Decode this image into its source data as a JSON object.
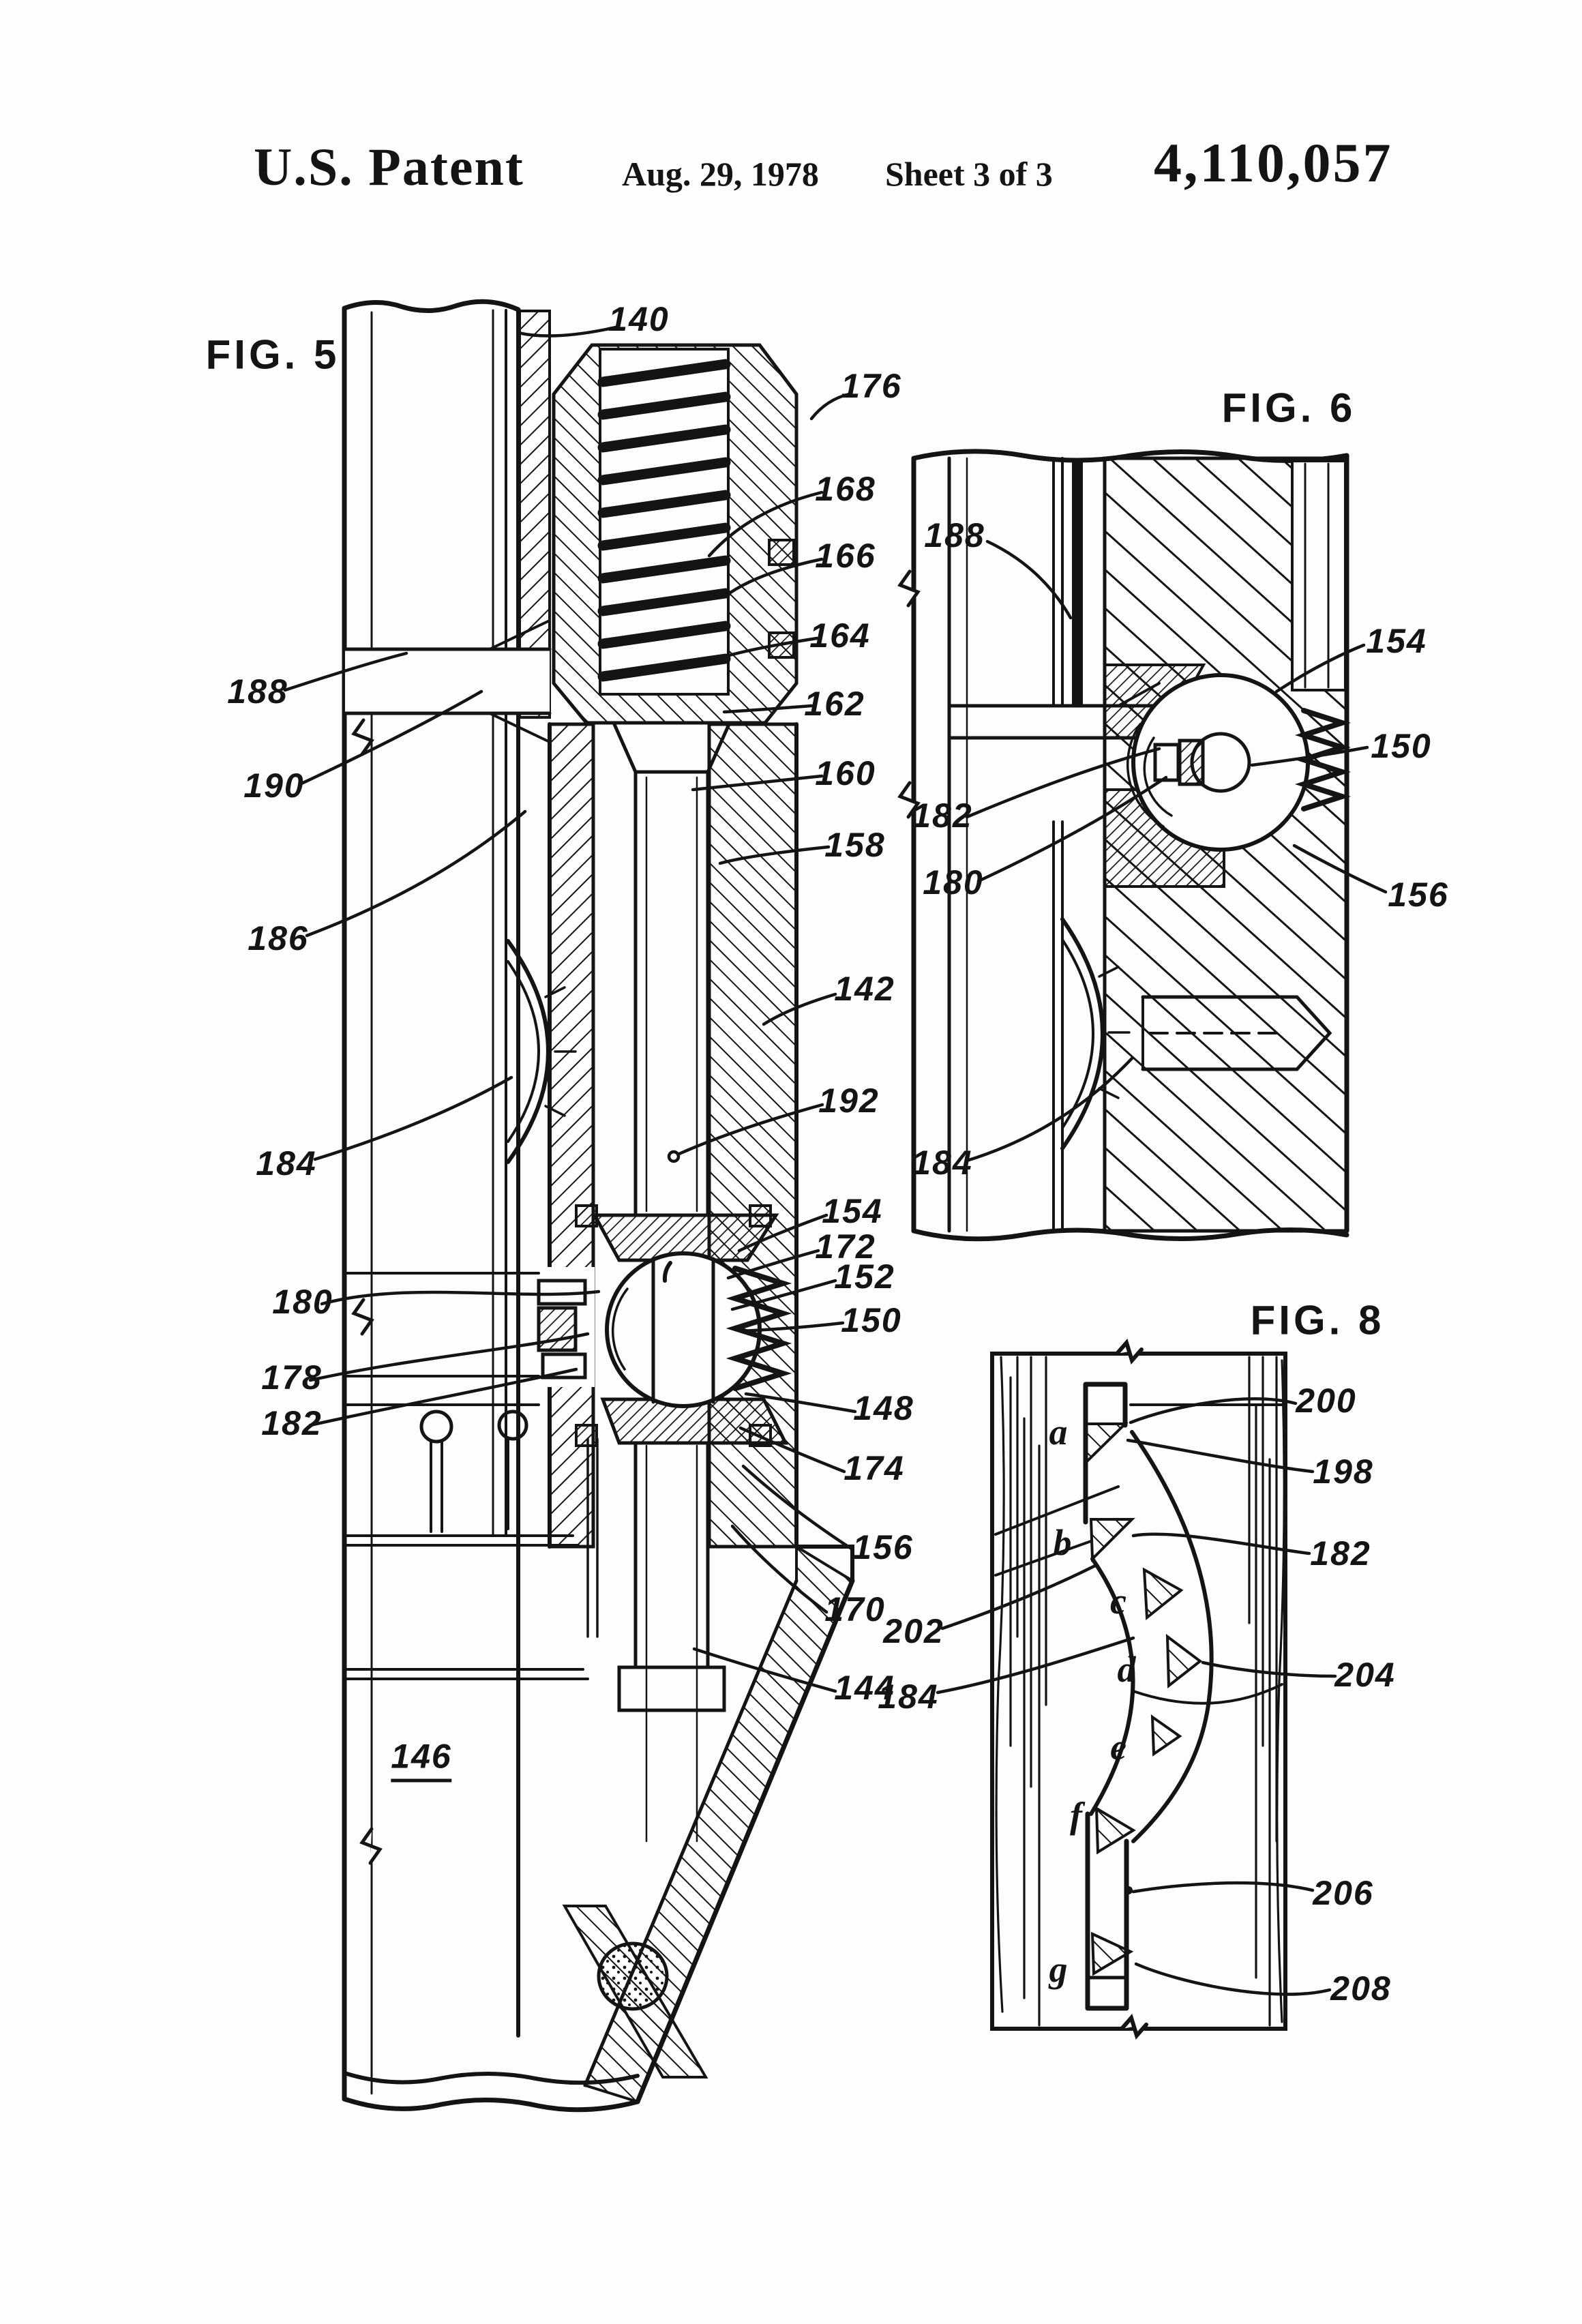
{
  "header": {
    "title": "U.S. Patent",
    "date": "Aug. 29, 1978",
    "sheet": "Sheet 3 of 3",
    "patent_number": "4,110,057"
  },
  "fig5": {
    "title": "FIG. 5",
    "labels": {
      "n140": "140",
      "n176": "176",
      "n168": "168",
      "n166": "166",
      "n164": "164",
      "n162": "162",
      "n160": "160",
      "n158": "158",
      "n188": "188",
      "n190": "190",
      "n186": "186",
      "n142": "142",
      "n192": "192",
      "n184": "184",
      "n154": "154",
      "n172": "172",
      "n152": "152",
      "n150": "150",
      "n180": "180",
      "n178": "178",
      "n182": "182",
      "n148": "148",
      "n174": "174",
      "n156": "156",
      "n170": "170",
      "n144": "144",
      "n146": "146"
    }
  },
  "fig6": {
    "title": "FIG. 6",
    "labels": {
      "n188": "188",
      "n154": "154",
      "n150": "150",
      "n182": "182",
      "n180": "180",
      "n156": "156",
      "n184": "184"
    }
  },
  "fig8": {
    "title": "FIG. 8",
    "labels": {
      "n200": "200",
      "n198": "198",
      "n182": "182",
      "n202": "202",
      "n204": "204",
      "n184": "184",
      "n206": "206",
      "n208": "208"
    },
    "points": {
      "a": "a",
      "b": "b",
      "c": "c",
      "d": "d",
      "e": "e",
      "f": "f",
      "g": "g"
    }
  }
}
